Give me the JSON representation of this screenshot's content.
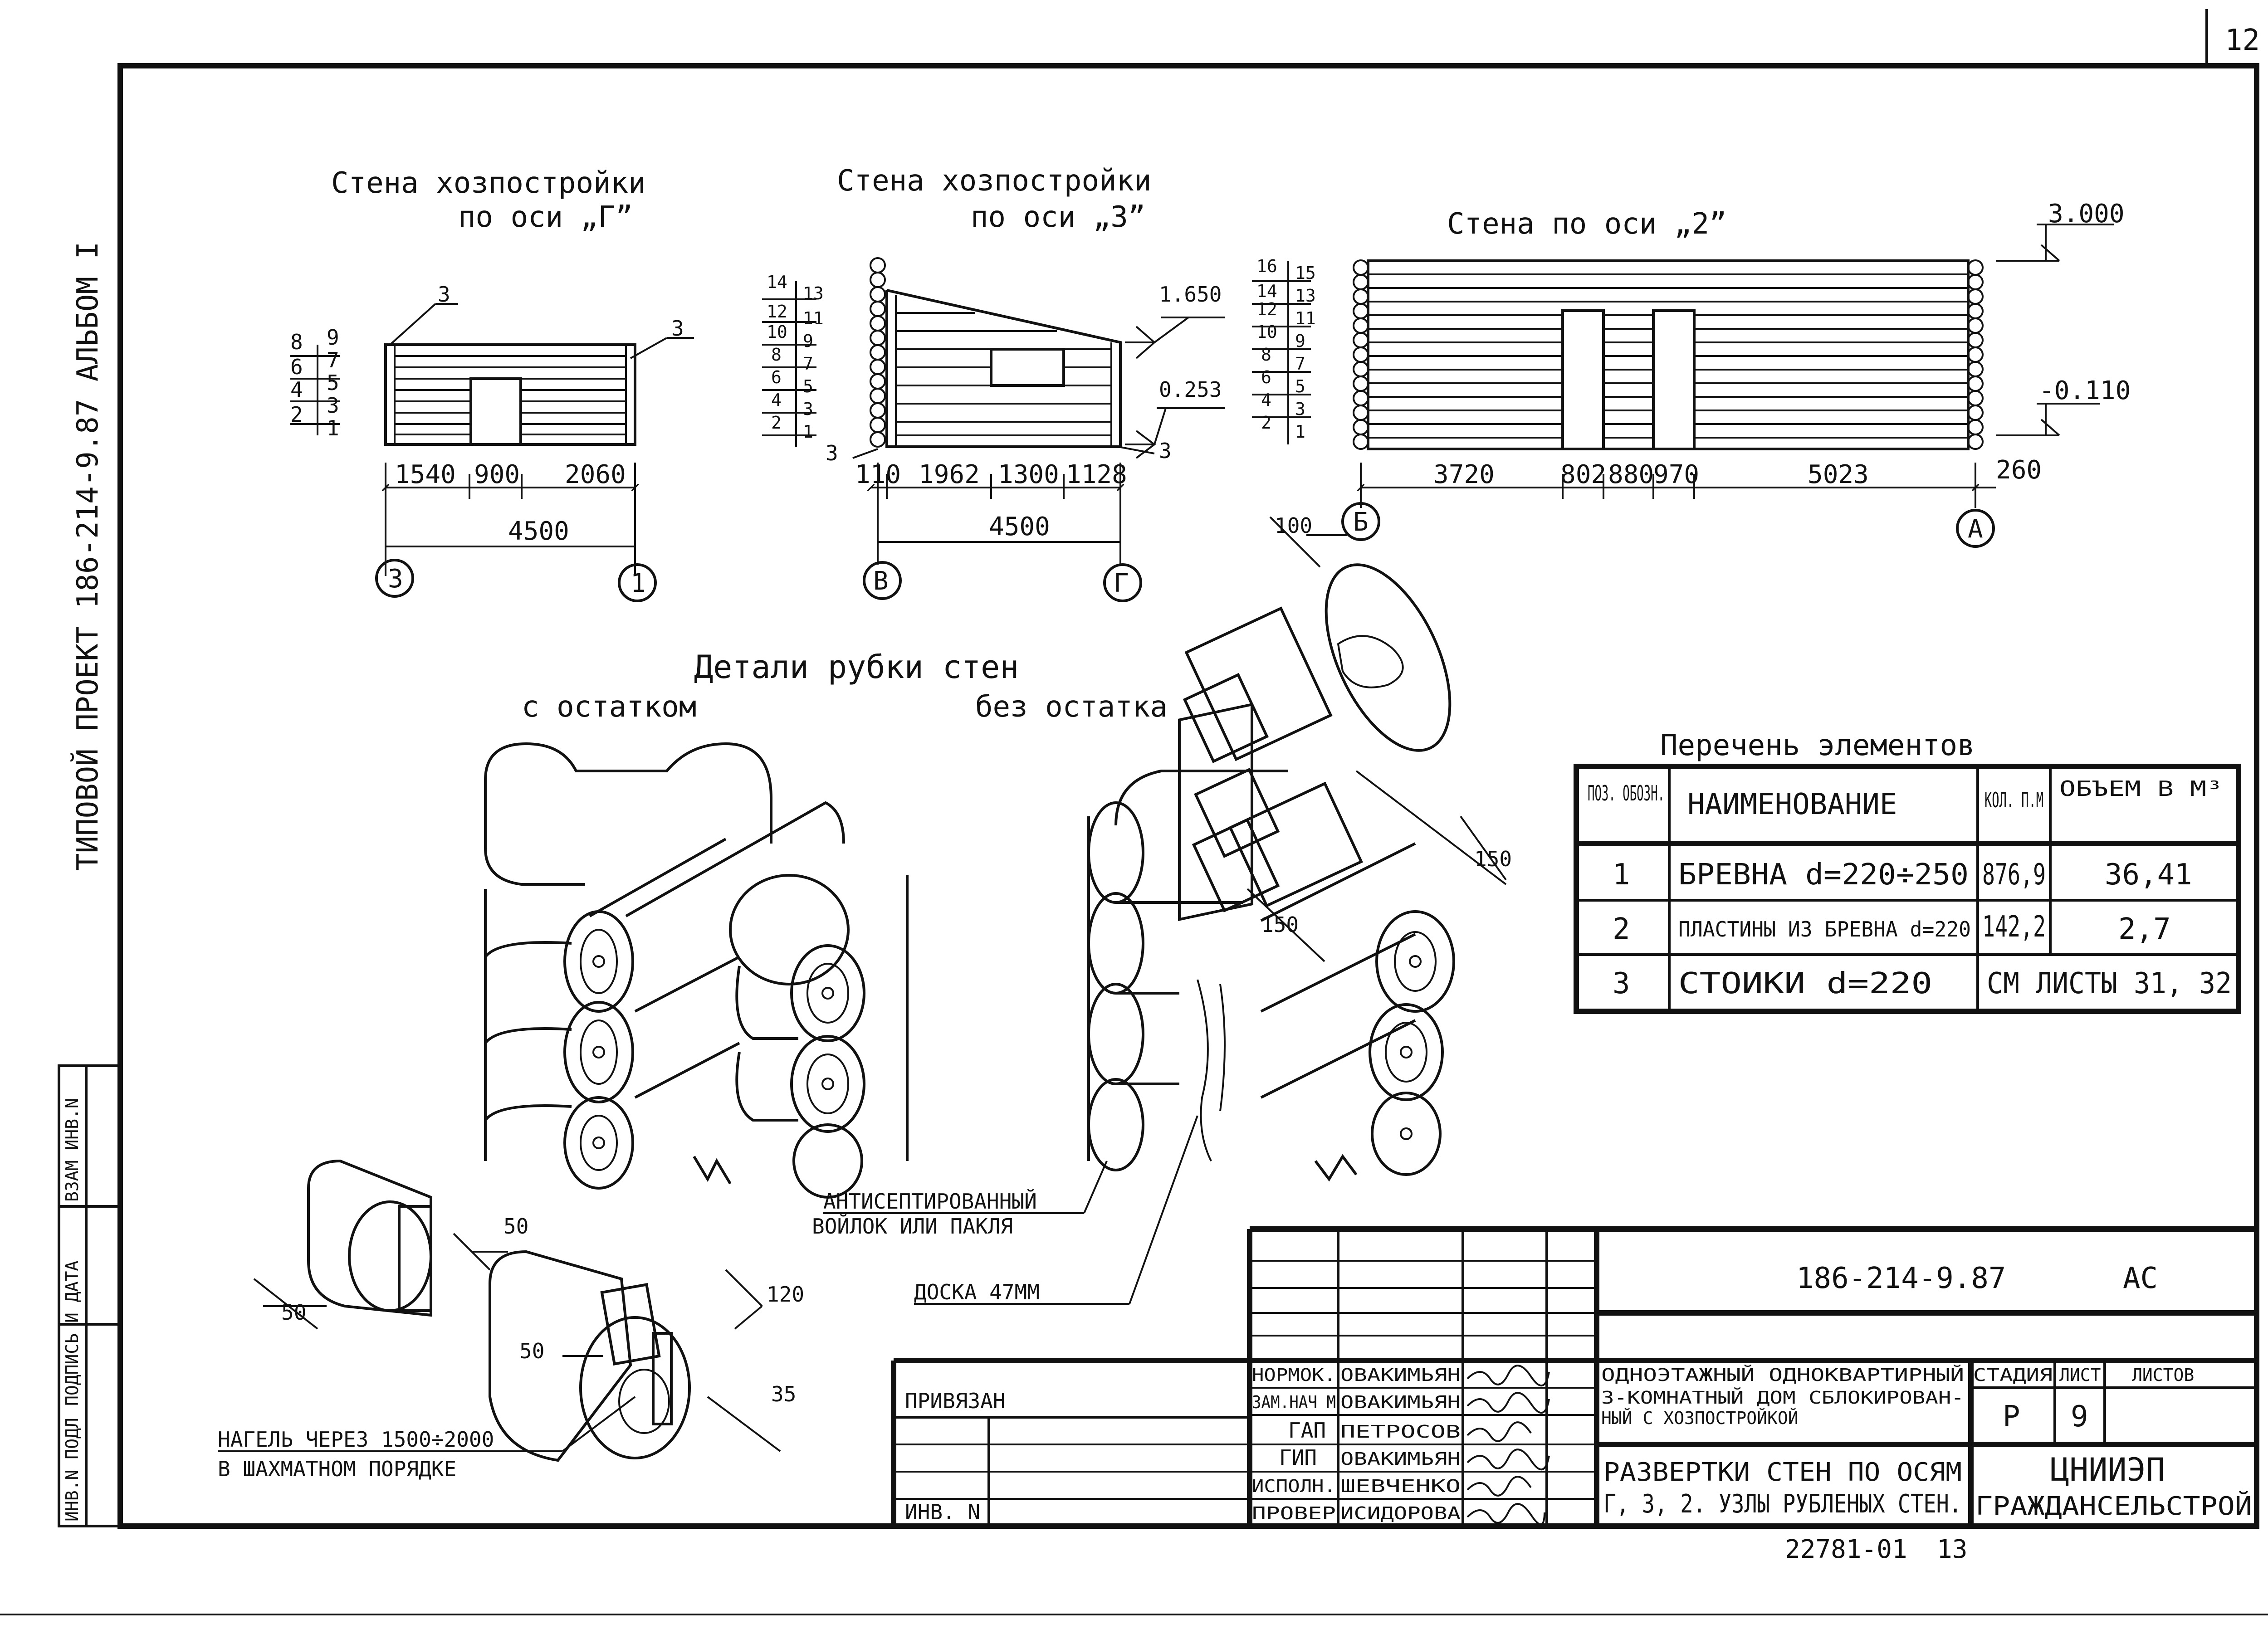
{
  "sheet_number": "12",
  "side_strip": {
    "vertical_title": "ТИПОВОЙ ПРОЕКТ  186-214-9.87   АЛЬБОМ I",
    "cells": [
      "ИНВ.N ПОДЛ",
      "ПОДПИСЬ И ДАТА",
      "ВЗАМ ИНВ.N"
    ]
  },
  "views": {
    "g": {
      "title_line1": "Стена хозпостройки",
      "title_line2": "по оси „Г”",
      "left_marks": [
        "8",
        "9",
        "6",
        "7",
        "4",
        "5",
        "2",
        "3",
        "1"
      ],
      "callouts": [
        "3",
        "3"
      ],
      "dims": [
        "1540",
        "900",
        "2060"
      ],
      "total": "4500",
      "axes": [
        "3",
        "1"
      ]
    },
    "z": {
      "title_line1": "Стена хозпостройки",
      "title_line2": "по оси „3”",
      "left_marks": [
        "14",
        "13",
        "12",
        "11",
        "10",
        "9",
        "8",
        "7",
        "6",
        "5",
        "4",
        "3",
        "2",
        "1"
      ],
      "callouts": [
        "3",
        "3"
      ],
      "levels": [
        "1.650",
        "0.253"
      ],
      "dims": [
        "110",
        "1962",
        "1300",
        "1128"
      ],
      "total": "4500",
      "axes": [
        "В",
        "Г"
      ]
    },
    "two": {
      "title": "Стена по оси „2”",
      "left_marks": [
        "16",
        "15",
        "14",
        "13",
        "12",
        "11",
        "10",
        "9",
        "8",
        "7",
        "6",
        "5",
        "4",
        "3",
        "2",
        "1"
      ],
      "levels": [
        "3.000",
        "-0.110"
      ],
      "dims": [
        "3720",
        "802",
        "880",
        "970",
        "5023",
        "260"
      ],
      "axes": [
        "Б",
        "А"
      ]
    }
  },
  "details": {
    "title": "Детали рубки стен",
    "with_remainder": "с остатком",
    "without_remainder": "без остатка",
    "dims": [
      "100",
      "150",
      "150",
      "50",
      "50",
      "50",
      "120",
      "35"
    ],
    "notes": {
      "felt_line1": "АНТИСЕПТИРОВАННЫЙ",
      "felt_line2": "ВОЙЛОК ИЛИ ПАКЛЯ",
      "board": "ДОСКА 47ММ",
      "dowel_line1": "НАГЕЛЬ    ЧЕРЕЗ 1500÷2000",
      "dowel_line2": "В ШАХМАТНОМ ПОРЯДКЕ"
    }
  },
  "elements_table": {
    "title": "Перечень элементов",
    "headers": [
      "ПОЗ. ОБОЗН.",
      "НАИМЕНОВАНИЕ",
      "КОЛ. П.М",
      "ОБЪЕМ В М³"
    ],
    "rows": [
      [
        "1",
        "БРЕВНА  d=220÷250",
        "876,9",
        "36,41"
      ],
      [
        "2",
        "ПЛАСТИНЫ ИЗ БРЕВНА d=220",
        "142,2",
        "2,7"
      ],
      [
        "3",
        "СТОИКИ    d=220",
        "СМ ЛИСТЫ 31, 32",
        ""
      ]
    ]
  },
  "title_block": {
    "code": "186-214-9.87",
    "mark": "АС",
    "bound_label": "ПРИВЯЗАН",
    "inv_label": "ИНВ. N",
    "roles": [
      "НОРМОК.",
      "ЗАМ.НАЧ М",
      "ГАП",
      "ГИП",
      "ИСПОЛН.",
      "ПРОВЕР"
    ],
    "names": [
      "ОВАКИМЬЯН",
      "ОВАКИМЬЯН",
      "ПЕТРОСОВ",
      "ОВАКИМЬЯН",
      "ШЕВЧЕНКО",
      "ИСИДОРОВА"
    ],
    "project_name_lines": [
      "ОДНОЭТАЖНЫЙ ОДНОКВАРТИРНЫЙ",
      "3-КОМНАТНЫЙ ДОМ СБЛОКИРОВАН-",
      "НЫЙ С ХОЗПОСТРОЙКОЙ"
    ],
    "sheet_title_lines": [
      "РАЗВЕРТКИ СТЕН ПО ОСЯМ",
      "Г, 3, 2. УЗЛЫ РУБЛЕНЫХ СТЕН."
    ],
    "stage_label": "СТАДИЯ",
    "sheet_label": "ЛИСТ",
    "sheets_label": "ЛИСТОВ",
    "stage": "Р",
    "sheet": "9",
    "org_line1": "ЦНИИЭП",
    "org_line2": "ГРАЖДАНСЕЛЬСТРОЙ"
  },
  "footer": {
    "archive": "22781-01",
    "page": "13"
  }
}
